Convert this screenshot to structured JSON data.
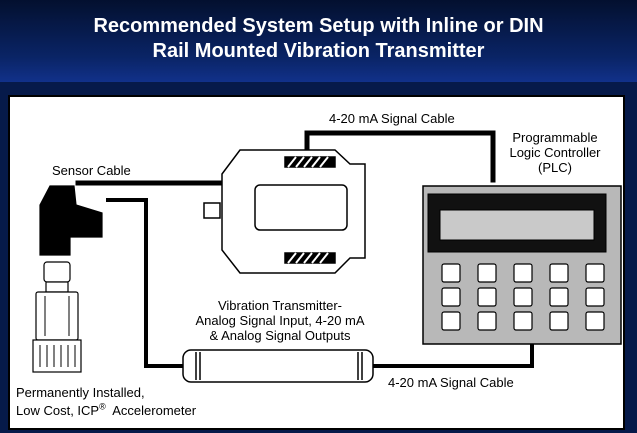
{
  "header": {
    "title_line1": "Recommended System Setup with Inline or DIN",
    "title_line2": "Rail Mounted Vibration Transmitter"
  },
  "labels": {
    "signal_cable_top": "4-20 mA Signal Cable",
    "plc_line1": "Programmable",
    "plc_line2": "Logic Controller",
    "plc_line3": "(PLC)",
    "sensor_cable": "Sensor Cable",
    "transmitter_line1": "Vibration Transmitter-",
    "transmitter_line2": "Analog Signal Input, 4-20 mA",
    "transmitter_line3": "& Analog Signal Outputs",
    "accel_line1": "Permanently Installed,",
    "accel_line2_pre": "Low Cost, ICP",
    "accel_line2_reg": "®",
    "accel_line2_post": "  Accelerometer",
    "signal_cable_bottom": "4-20 mA Signal Cable"
  },
  "colors": {
    "header_bg": "#061a4a",
    "panel_bg": "#ffffff",
    "plc_body": "#b8b8b8",
    "plc_display": "#c9c9c9"
  },
  "plc_keypad": {
    "rows": 3,
    "cols": 5
  }
}
